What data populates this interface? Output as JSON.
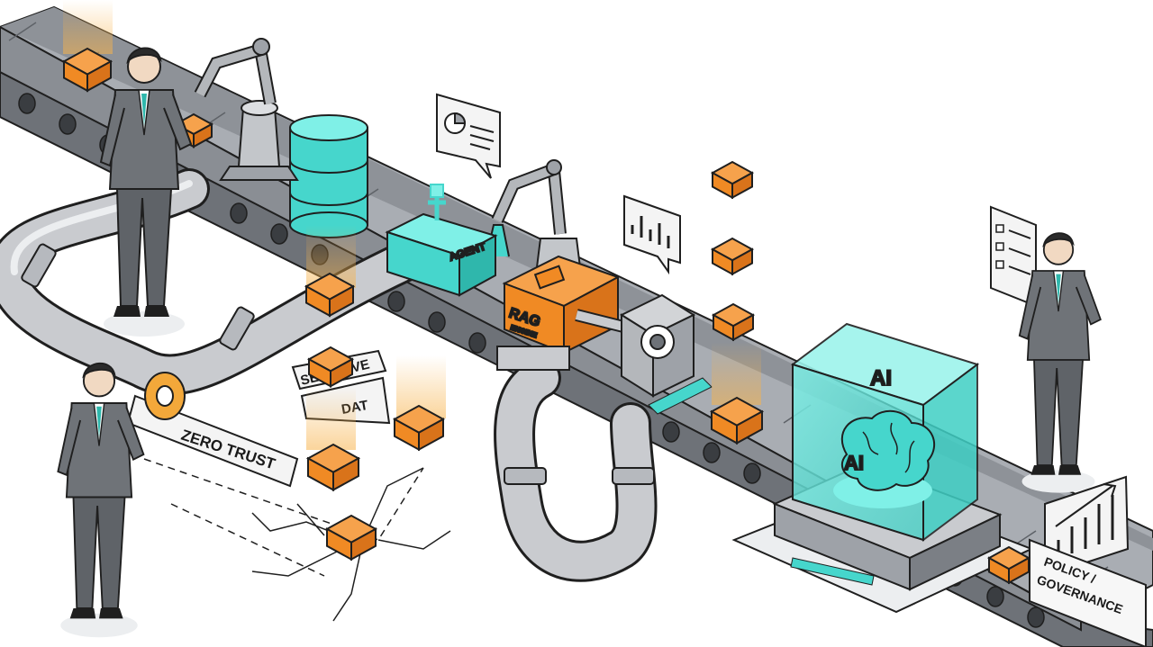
{
  "labels": {
    "zero_trust": "ZERO TRUST",
    "sensitive_line1": "SENSITIVE",
    "sensitive_line2": "DAT",
    "agent": "AGENT",
    "rag_line1": "RAG",
    "rag_line2": "ENGINE",
    "ai_cube": "AI",
    "ai_brain": "AI",
    "policy_line1": "POLICY /",
    "policy_line2": "GOVERNANCE"
  },
  "colors": {
    "orange": "#f08a24",
    "teal": "#46d6cc",
    "outline": "#1f1f1f",
    "belt": "#7b7f85",
    "pipe": "#c9cbcf",
    "suit": "#6f7378"
  },
  "icons": [
    "robot-arm-icon",
    "database-icon",
    "chart-bubble-icon",
    "checklist-icon",
    "brain-icon",
    "gear-icon"
  ]
}
